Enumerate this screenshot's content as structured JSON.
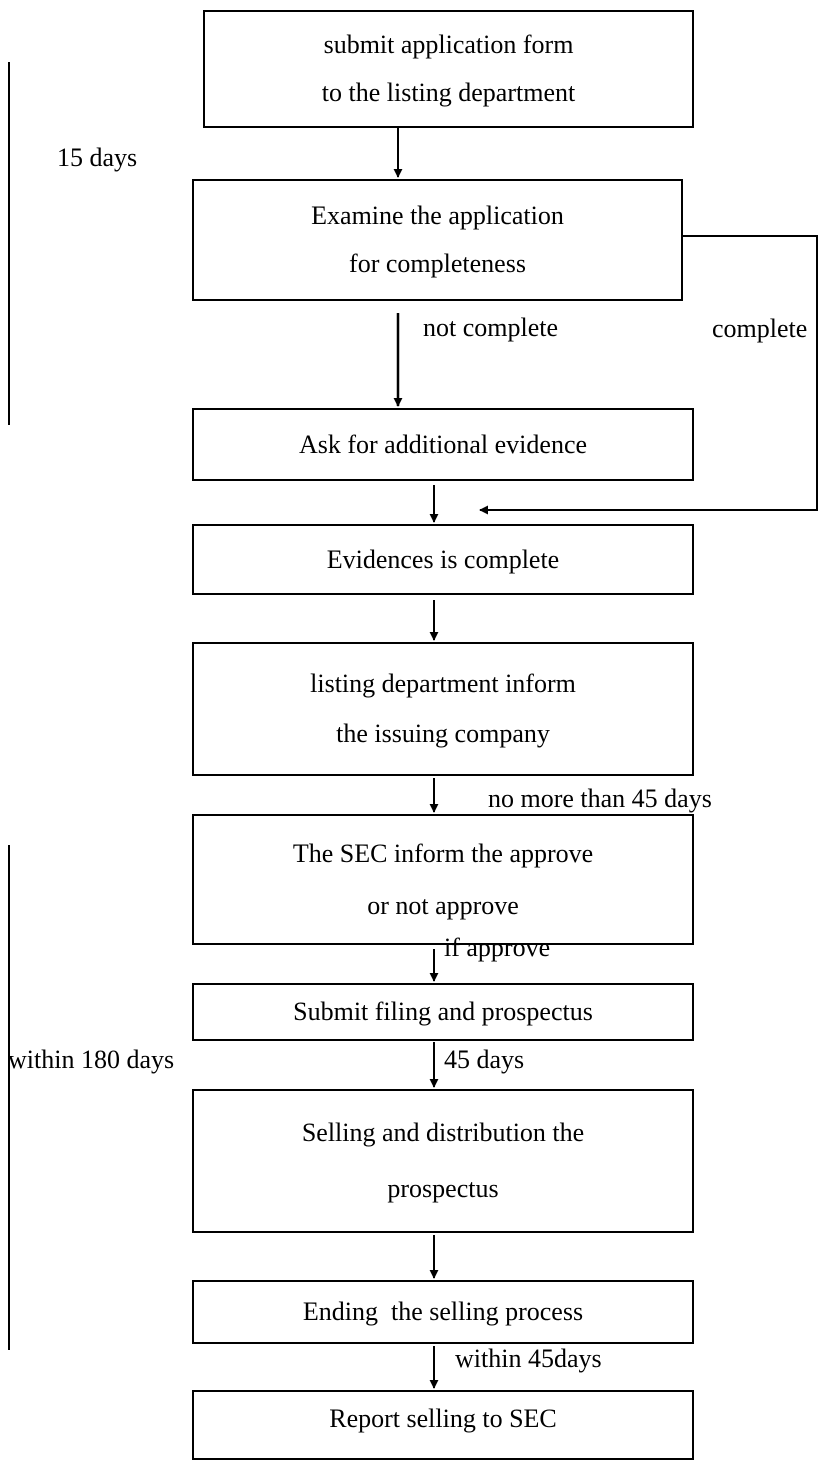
{
  "steps": [
    {
      "lines": [
        "submit application form",
        "to the listing department"
      ]
    },
    {
      "lines": [
        "Examine the application",
        "for completeness"
      ]
    },
    {
      "lines": [
        "Ask for additional evidence"
      ]
    },
    {
      "lines": [
        "Evidences is complete"
      ]
    },
    {
      "lines": [
        "listing department inform",
        "the issuing company"
      ]
    },
    {
      "lines": [
        "The SEC inform the approve",
        "or not approve"
      ]
    },
    {
      "lines": [
        "Submit filing and prospectus"
      ]
    },
    {
      "lines": [
        "Selling and distribution the",
        "prospectus"
      ]
    },
    {
      "lines": [
        "Ending  the selling process"
      ]
    },
    {
      "lines": [
        "Report selling to SEC"
      ]
    }
  ],
  "labels": {
    "duration_15_days": "15 days",
    "not_complete": "not complete",
    "complete": "complete",
    "no_more_than_45_days": "no more than 45 days",
    "if_approve": "if approve",
    "within_180_days": "within 180 days",
    "forty_five_days": "45 days",
    "within_45days": "within 45days"
  }
}
